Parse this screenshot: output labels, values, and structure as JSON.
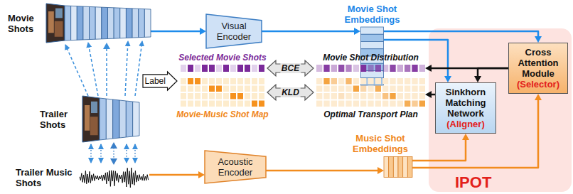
{
  "diagram": {
    "nodes": [
      {
        "text": [
          "Movie Shots"
        ]
      },
      {
        "text": [
          "Trailer Shots"
        ]
      },
      {
        "text": [
          "Trailer Music Shots"
        ]
      },
      {
        "text": [
          "Visual Encoder"
        ]
      },
      {
        "text": [
          "Movie Shot Embeddings"
        ]
      },
      {
        "text": [
          "Acoustic Encoder"
        ]
      },
      {
        "text": [
          "Music Shot Embeddings"
        ]
      },
      {
        "text": [
          "Label"
        ]
      },
      {
        "text": [
          "Selected Movie Shots"
        ]
      },
      {
        "text": [
          "Movie-Music Shot Map"
        ]
      },
      {
        "text": [
          "Movie Shot Distribution"
        ]
      },
      {
        "text": [
          "Optimal Transport Plan"
        ]
      },
      {
        "text": [
          "IPOT"
        ]
      },
      {
        "text": [
          "Cross Attention Module",
          "(Selector)"
        ],
        "in": 12
      },
      {
        "text": [
          "Sinkhorn Matching Network",
          "(Aligner)"
        ],
        "in": 12
      }
    ],
    "edges": [
      {
        "from": 0,
        "to": 3,
        "arrow": "to"
      },
      {
        "from": 3,
        "to": 4,
        "arrow": "to"
      },
      {
        "from": 4,
        "to": 13,
        "arrow": "to"
      },
      {
        "from": 4,
        "to": 14,
        "arrow": "to"
      },
      {
        "from": 2,
        "to": 5,
        "arrow": "to"
      },
      {
        "from": 5,
        "to": 6,
        "arrow": "to"
      },
      {
        "from": 6,
        "to": 14,
        "arrow": "to"
      },
      {
        "from": 6,
        "to": 13,
        "arrow": "to"
      },
      {
        "from": 13,
        "to": 10,
        "arrow": "to"
      },
      {
        "from": 13,
        "to": 14,
        "arrow": "to"
      },
      {
        "from": 14,
        "to": 11,
        "arrow": "to"
      },
      {
        "from": 8,
        "to": 10,
        "label": "BCE",
        "arrow": "both"
      },
      {
        "from": 9,
        "to": 11,
        "label": "KLD",
        "arrow": "both"
      },
      {
        "from": 1,
        "to": 0,
        "arrow": "to"
      },
      {
        "from": 1,
        "to": 2,
        "arrow": "both"
      }
    ]
  }
}
